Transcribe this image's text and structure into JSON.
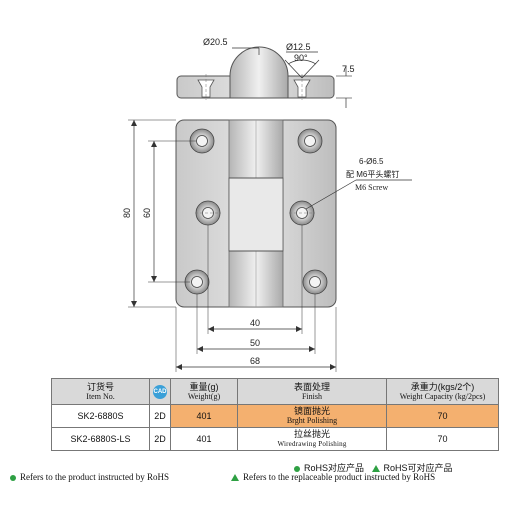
{
  "dimensions": {
    "d_boss": "Ø20.5",
    "d_hole": "Ø12.5",
    "angle": "90°",
    "thickness": "7.5",
    "height_80": "80",
    "height_60": "60",
    "width_40": "40",
    "width_50": "50",
    "width_68": "68"
  },
  "callout": {
    "holes": "6-Ø6.5",
    "screw_cn": "配 M6平头螺钉",
    "screw_en": "M6 Screw"
  },
  "table": {
    "headers": {
      "item_cn": "订货号",
      "item_en": "Item No.",
      "cad_icon": "CAD",
      "weight_cn": "重量(g)",
      "weight_en": "Weight(g)",
      "finish_cn": "表面处理",
      "finish_en": "Finish",
      "capacity_cn": "承重力(kgs/2个)",
      "capacity_en": "Weight Capacity (kg/2pcs)"
    },
    "rows": [
      {
        "item": "SK2-6880S",
        "cad": "2D",
        "weight": "401",
        "finish_cn": "镜面抛光",
        "finish_en": "Brght Polishing",
        "capacity": "70"
      },
      {
        "item": "SK2-6880S-LS",
        "cad": "2D",
        "weight": "401",
        "finish_cn": "拉丝抛光",
        "finish_en": "Wiredrawing Polishing",
        "capacity": "70"
      }
    ]
  },
  "legend": {
    "rohs_cn": "RoHS对应产品",
    "rohs_replace_cn": "RoHS可对应产品",
    "rohs_en": "Refers to the product instructed by RoHS",
    "rohs_replace_en": "Refers to the replaceable product instructed by RoHS"
  },
  "colors": {
    "highlight": "#f4b06f",
    "legend_green": "#2ea043",
    "cad_blue": "#3aa0d8"
  }
}
